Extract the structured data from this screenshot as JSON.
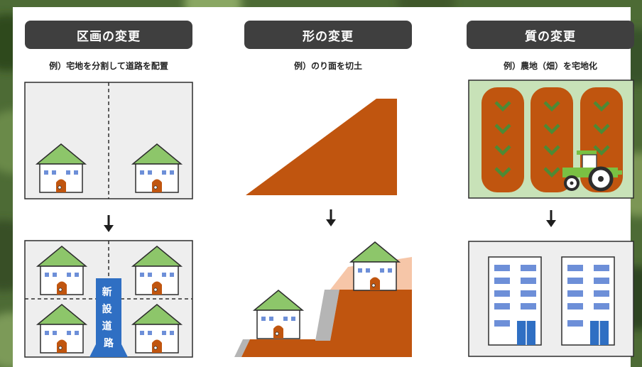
{
  "colors": {
    "brown": "#c0550f",
    "field_bg": "#c8e2b8",
    "roof_green": "#8dc66a",
    "road_blue": "#2f6fc3",
    "window_blue": "#6d8fd8",
    "door_orange": "#c0550f",
    "title_bg": "#3f3f3f",
    "box_bg": "#eeeeee",
    "slope_pink": "#f6c6a8",
    "retaining_gray": "#b5b5b5"
  },
  "sections": [
    {
      "title": "区画の変更",
      "caption": "例）宅地を分割して道路を配置"
    },
    {
      "title": "形の変更",
      "caption": "例）のり面を切土"
    },
    {
      "title": "質の変更",
      "caption": "例）農地（畑）を宅地化"
    }
  ],
  "road_label": "新\n設\n道\n路",
  "arrow_icon": "down-arrow"
}
